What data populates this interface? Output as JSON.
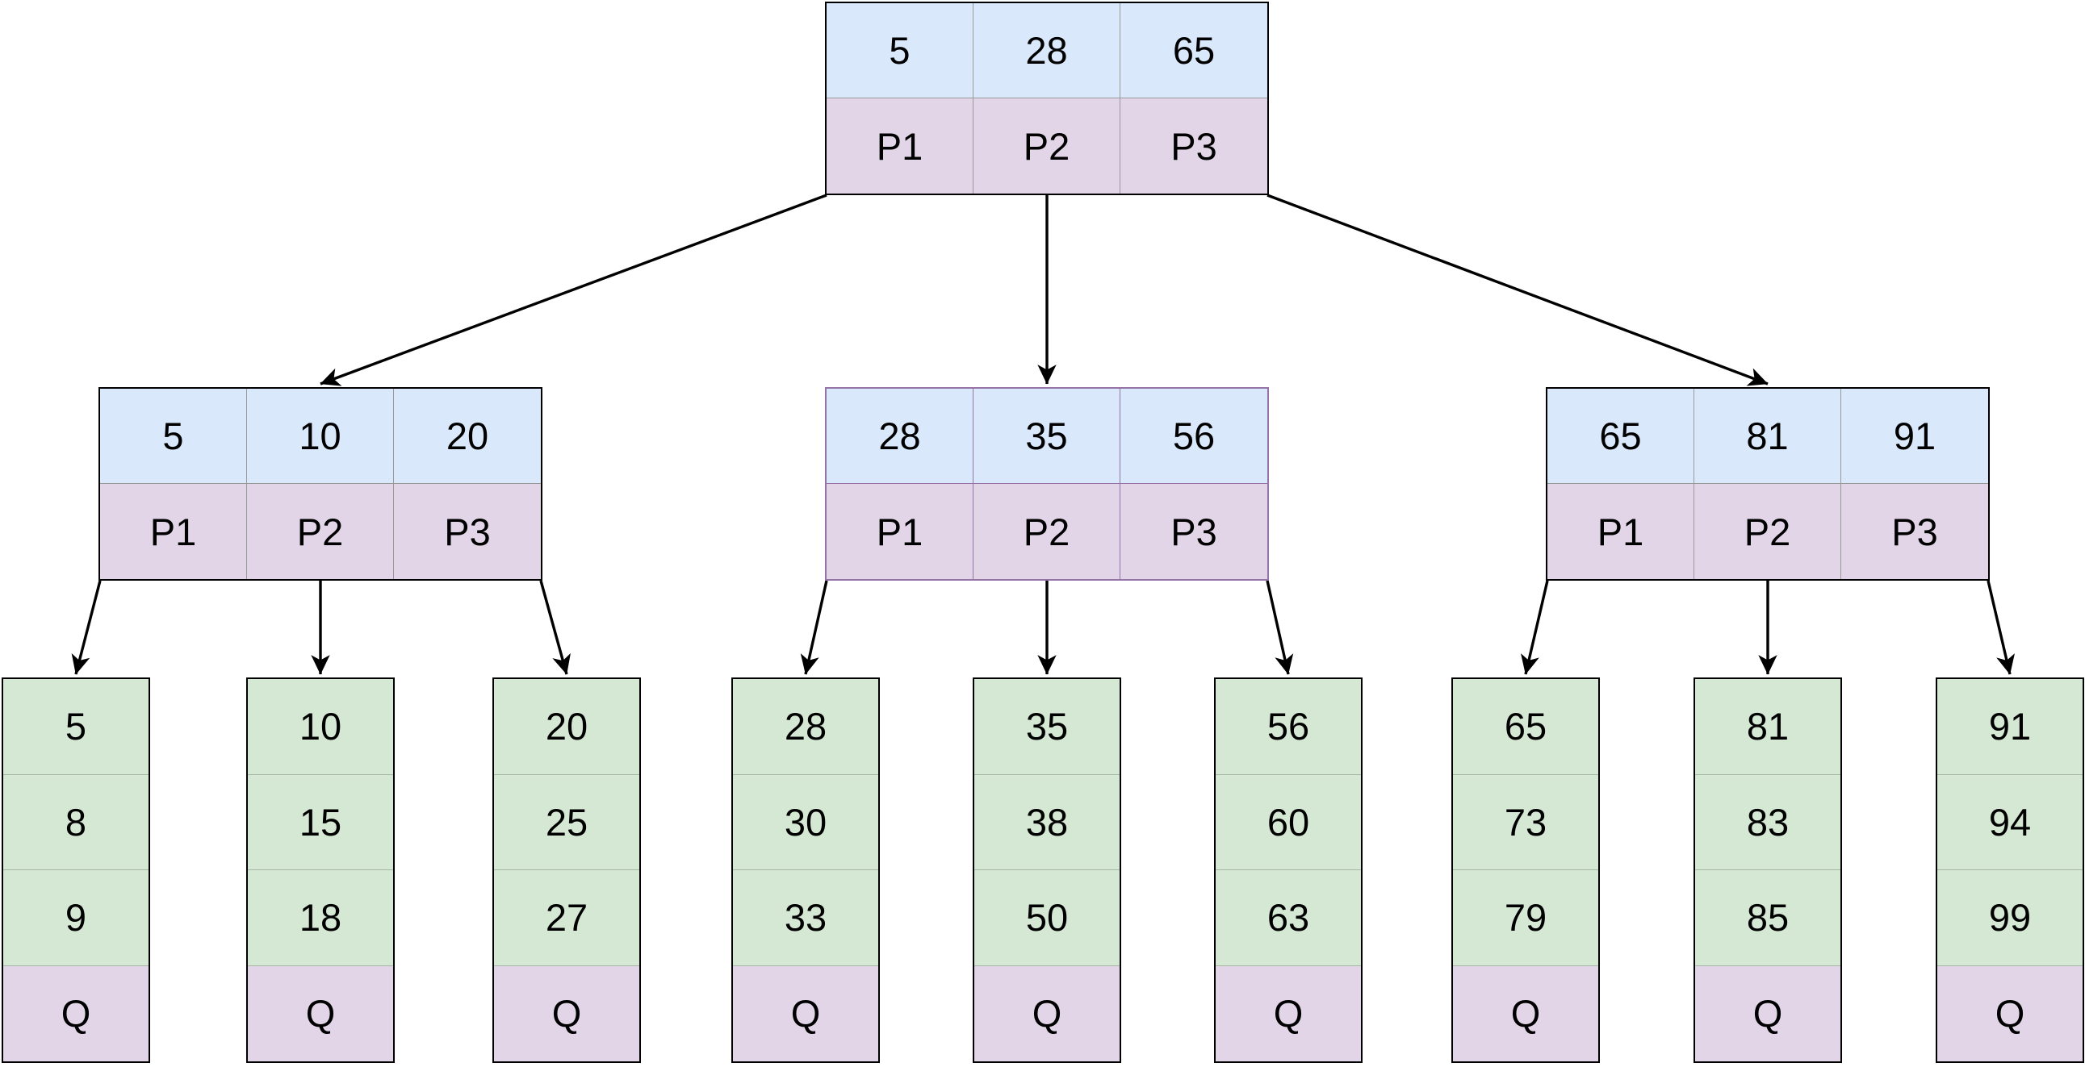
{
  "diagram": {
    "kind": "b-plus-tree-index-diagram",
    "colors": {
      "background": "#ffffff",
      "key_cell_fill": "#dae8fc",
      "pointer_cell_fill": "#e1d5e7",
      "leaf_value_cell_fill": "#d5e8d4",
      "leaf_footer_cell_fill": "#e1d5e7",
      "outer_border": "#000000",
      "highlight_border": "#9673a6",
      "inner_divider": "#999999",
      "arrow": "#000000"
    },
    "root_node": {
      "keys": [
        "5",
        "28",
        "65"
      ],
      "pointers": [
        "P1",
        "P2",
        "P3"
      ]
    },
    "internal_nodes": [
      {
        "keys": [
          "5",
          "10",
          "20"
        ],
        "pointers": [
          "P1",
          "P2",
          "P3"
        ],
        "border": "default"
      },
      {
        "keys": [
          "28",
          "35",
          "56"
        ],
        "pointers": [
          "P1",
          "P2",
          "P3"
        ],
        "border": "highlight"
      },
      {
        "keys": [
          "65",
          "81",
          "91"
        ],
        "pointers": [
          "P1",
          "P2",
          "P3"
        ],
        "border": "default"
      }
    ],
    "leaf_nodes": [
      {
        "values": [
          "5",
          "8",
          "9"
        ],
        "footer": "Q"
      },
      {
        "values": [
          "10",
          "15",
          "18"
        ],
        "footer": "Q"
      },
      {
        "values": [
          "20",
          "25",
          "27"
        ],
        "footer": "Q"
      },
      {
        "values": [
          "28",
          "30",
          "33"
        ],
        "footer": "Q"
      },
      {
        "values": [
          "35",
          "38",
          "50"
        ],
        "footer": "Q"
      },
      {
        "values": [
          "56",
          "60",
          "63"
        ],
        "footer": "Q"
      },
      {
        "values": [
          "65",
          "73",
          "79"
        ],
        "footer": "Q"
      },
      {
        "values": [
          "81",
          "83",
          "85"
        ],
        "footer": "Q"
      },
      {
        "values": [
          "91",
          "94",
          "99"
        ],
        "footer": "Q"
      }
    ],
    "edges": [
      {
        "from": "root.P1",
        "to": "internal-1"
      },
      {
        "from": "root.P2",
        "to": "internal-2"
      },
      {
        "from": "root.P3",
        "to": "internal-3"
      },
      {
        "from": "internal-1.P1",
        "to": "leaf-1"
      },
      {
        "from": "internal-1.P2",
        "to": "leaf-2"
      },
      {
        "from": "internal-1.P3",
        "to": "leaf-3"
      },
      {
        "from": "internal-2.P1",
        "to": "leaf-4"
      },
      {
        "from": "internal-2.P2",
        "to": "leaf-5"
      },
      {
        "from": "internal-2.P3",
        "to": "leaf-6"
      },
      {
        "from": "internal-3.P1",
        "to": "leaf-7"
      },
      {
        "from": "internal-3.P2",
        "to": "leaf-8"
      },
      {
        "from": "internal-3.P3",
        "to": "leaf-9"
      }
    ]
  }
}
